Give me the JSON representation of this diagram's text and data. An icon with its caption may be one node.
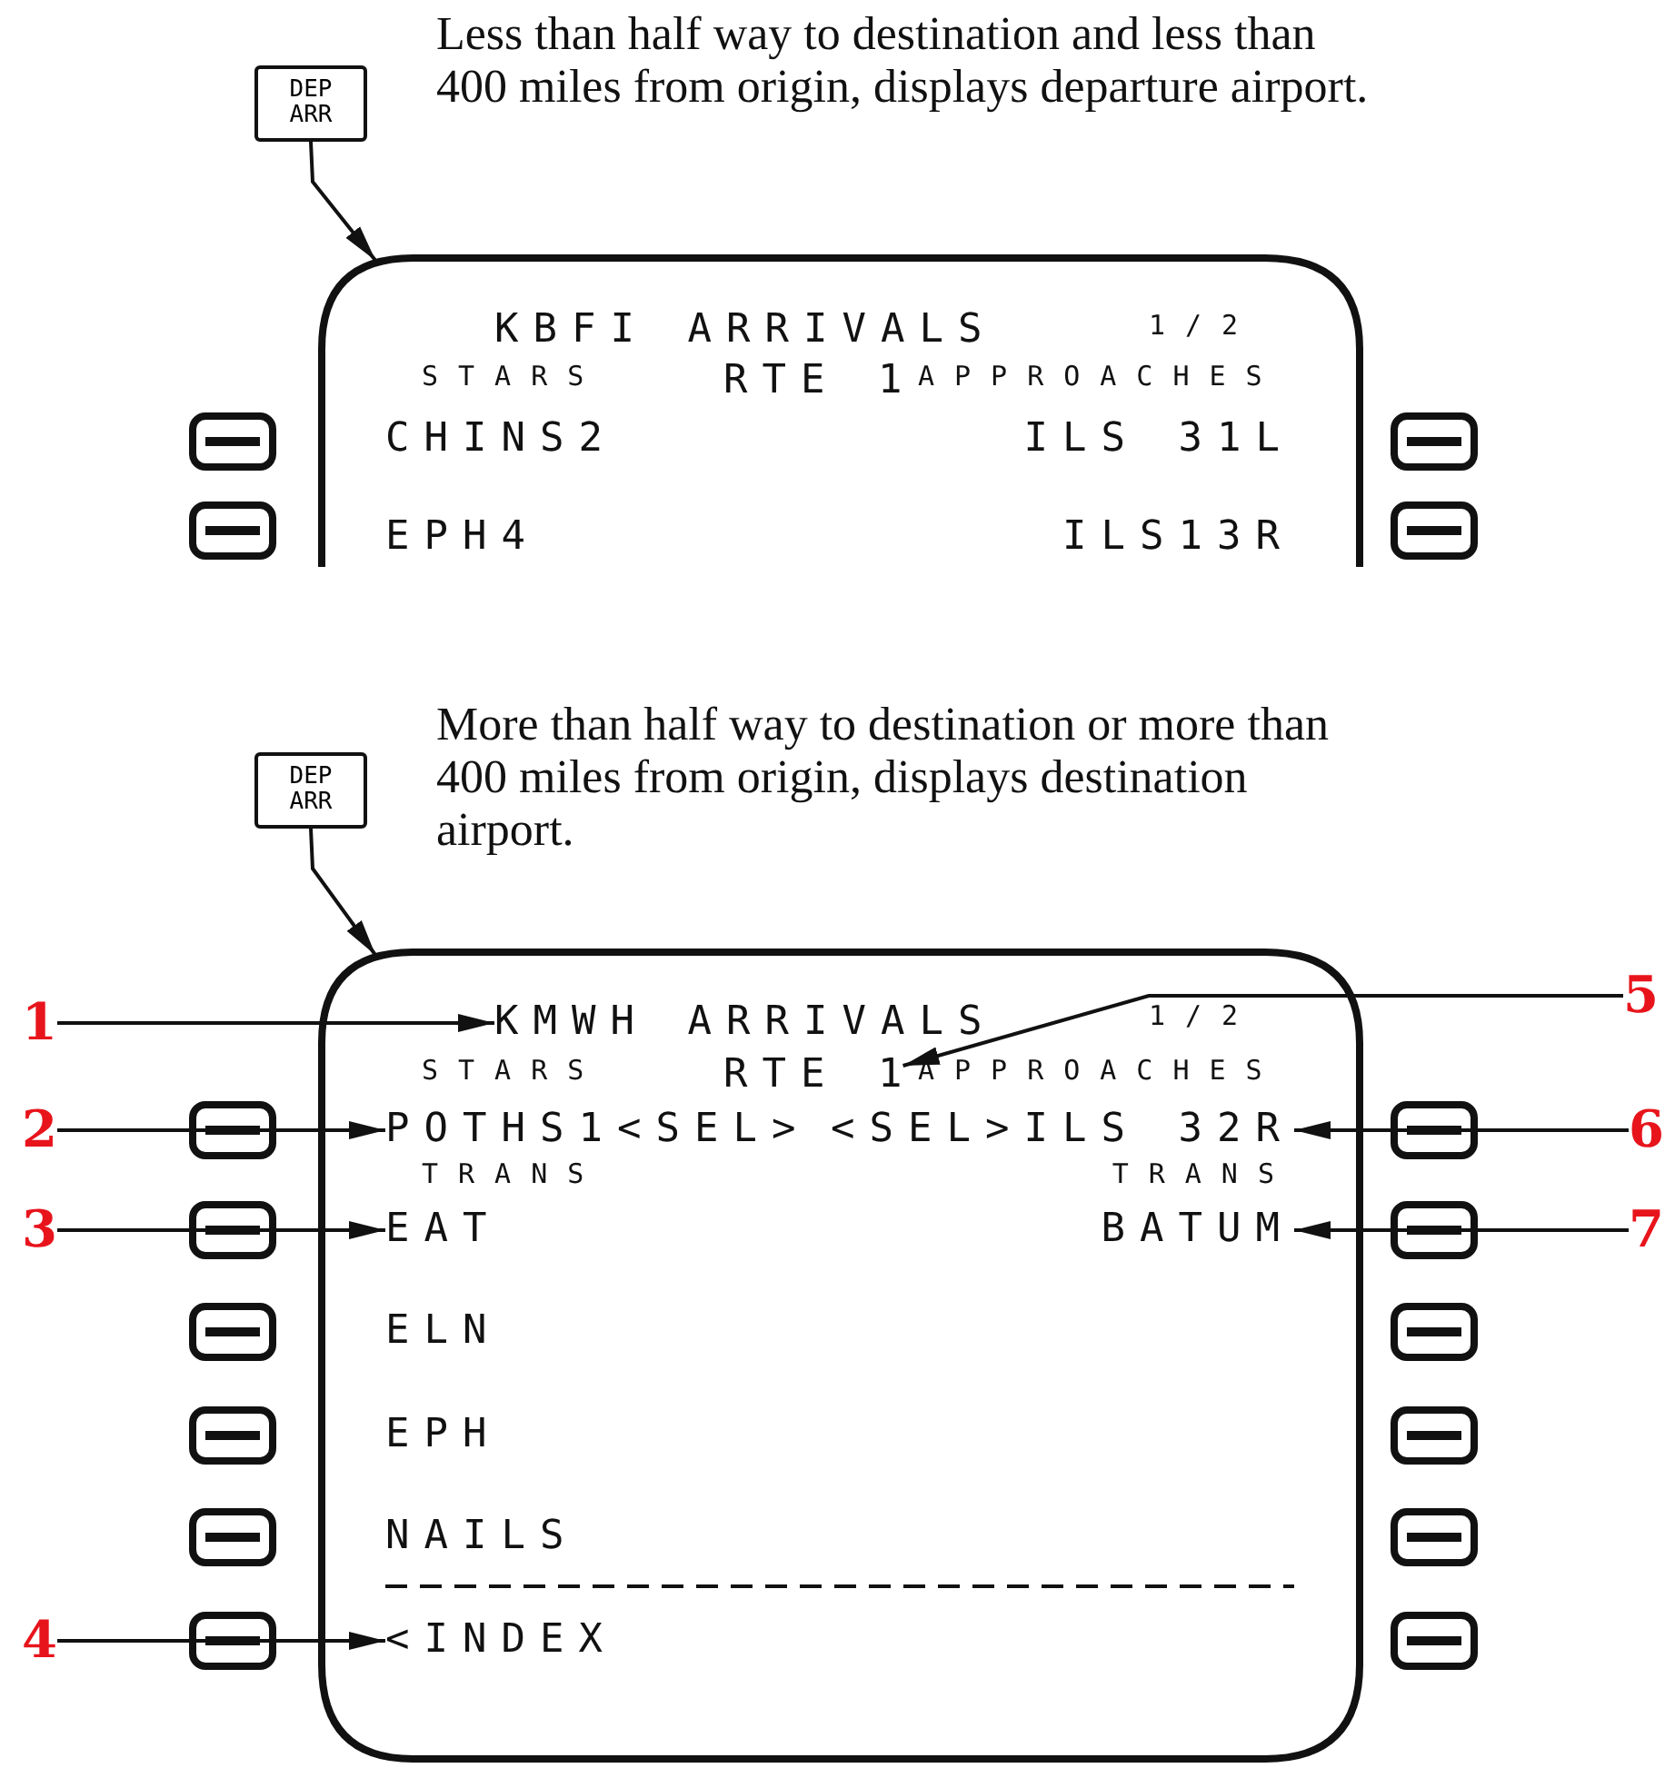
{
  "diagram": {
    "nodes": [
      {
        "text": [
          "DEP ARR"
        ]
      },
      {
        "text": [],
        "shape": "box"
      },
      {
        "text": [
          "DEP ARR"
        ]
      },
      {
        "text": [],
        "shape": "box"
      },
      {
        "text": [
          "1"
        ]
      },
      {
        "text": [
          "KMWH ARRIVALS"
        ],
        "in": 3
      },
      {
        "text": [
          "2"
        ]
      },
      {
        "text": [
          "POTHS1<SEL>"
        ],
        "in": 3
      },
      {
        "text": [
          "<SEL>ILS 32R"
        ],
        "in": 3
      },
      {
        "text": [
          "6"
        ]
      },
      {
        "text": [
          "3"
        ]
      },
      {
        "text": [
          "EAT"
        ],
        "in": 3
      },
      {
        "text": [
          "BATUM"
        ],
        "in": 3
      },
      {
        "text": [
          "7"
        ]
      },
      {
        "text": [
          "4"
        ]
      },
      {
        "text": [
          "<INDEX"
        ],
        "in": 3
      },
      {
        "text": [
          "5"
        ]
      },
      {
        "text": [
          "RTE 1"
        ],
        "in": 3
      }
    ],
    "edges": [
      {
        "from": 0,
        "to": 1,
        "arrow": "to"
      },
      {
        "from": 2,
        "to": 3,
        "arrow": "to"
      },
      {
        "from": 4,
        "to": 5,
        "arrow": "to"
      },
      {
        "from": 6,
        "to": 7,
        "arrow": "to"
      },
      {
        "from": 9,
        "to": 8,
        "arrow": "to"
      },
      {
        "from": 10,
        "to": 11,
        "arrow": "to"
      },
      {
        "from": 13,
        "to": 12,
        "arrow": "to"
      },
      {
        "from": 14,
        "to": 15,
        "arrow": "to"
      },
      {
        "from": 16,
        "to": 17,
        "arrow": "to"
      }
    ],
    "labels": [
      "Less than half way to destination and less than 400 miles from origin, displays departure airport.",
      "KBFI ARRIVALS",
      "1/2",
      "STARS",
      "RTE 1",
      "APPROACHES",
      "CHINS2",
      "ILS 31L",
      "EPH4",
      "ILS13R",
      "More than half way to destination or more than 400 miles from origin, displays destination airport.",
      "1/2",
      "STARS",
      "APPROACHES",
      "TRANS",
      "TRANS",
      "ELN",
      "EPH",
      "NAILS"
    ]
  }
}
